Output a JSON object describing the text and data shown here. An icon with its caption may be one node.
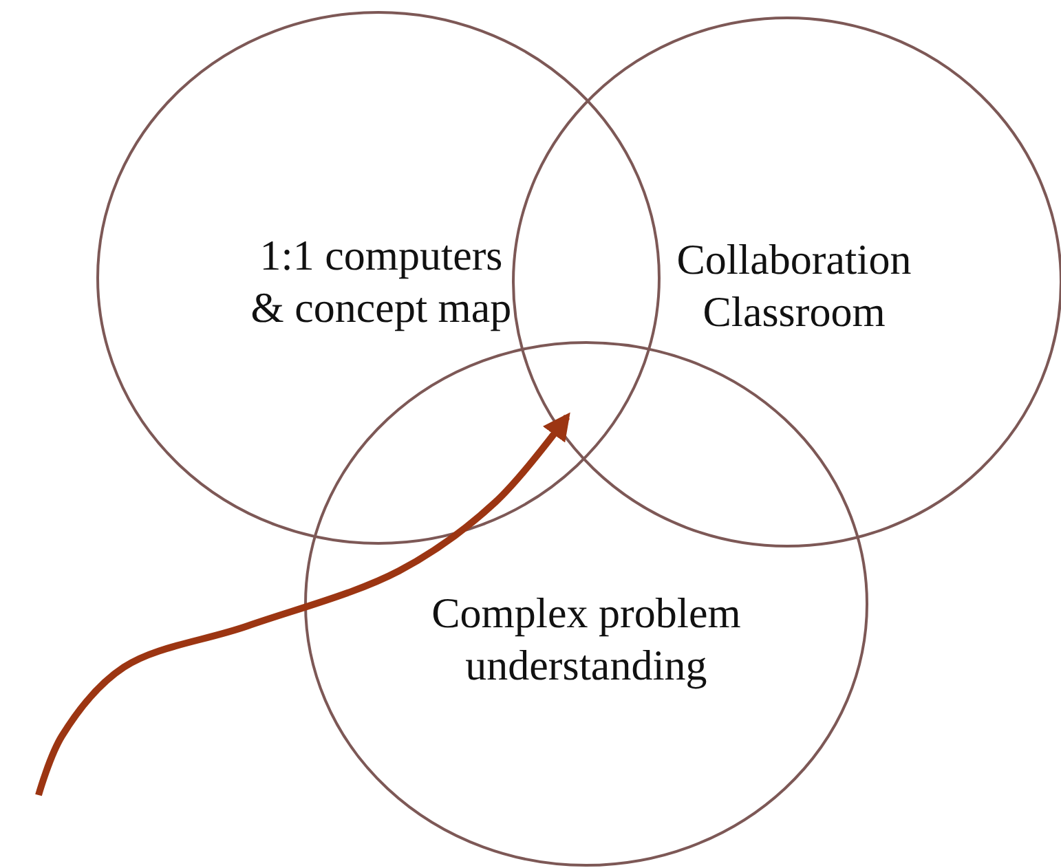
{
  "diagram": {
    "nodes": [
      {
        "text": [
          "1:1 computers & concept map"
        ]
      },
      {
        "text": [
          "Collaboration Classroom"
        ]
      },
      {
        "text": [
          "Complex problem understanding"
        ]
      }
    ]
  }
}
